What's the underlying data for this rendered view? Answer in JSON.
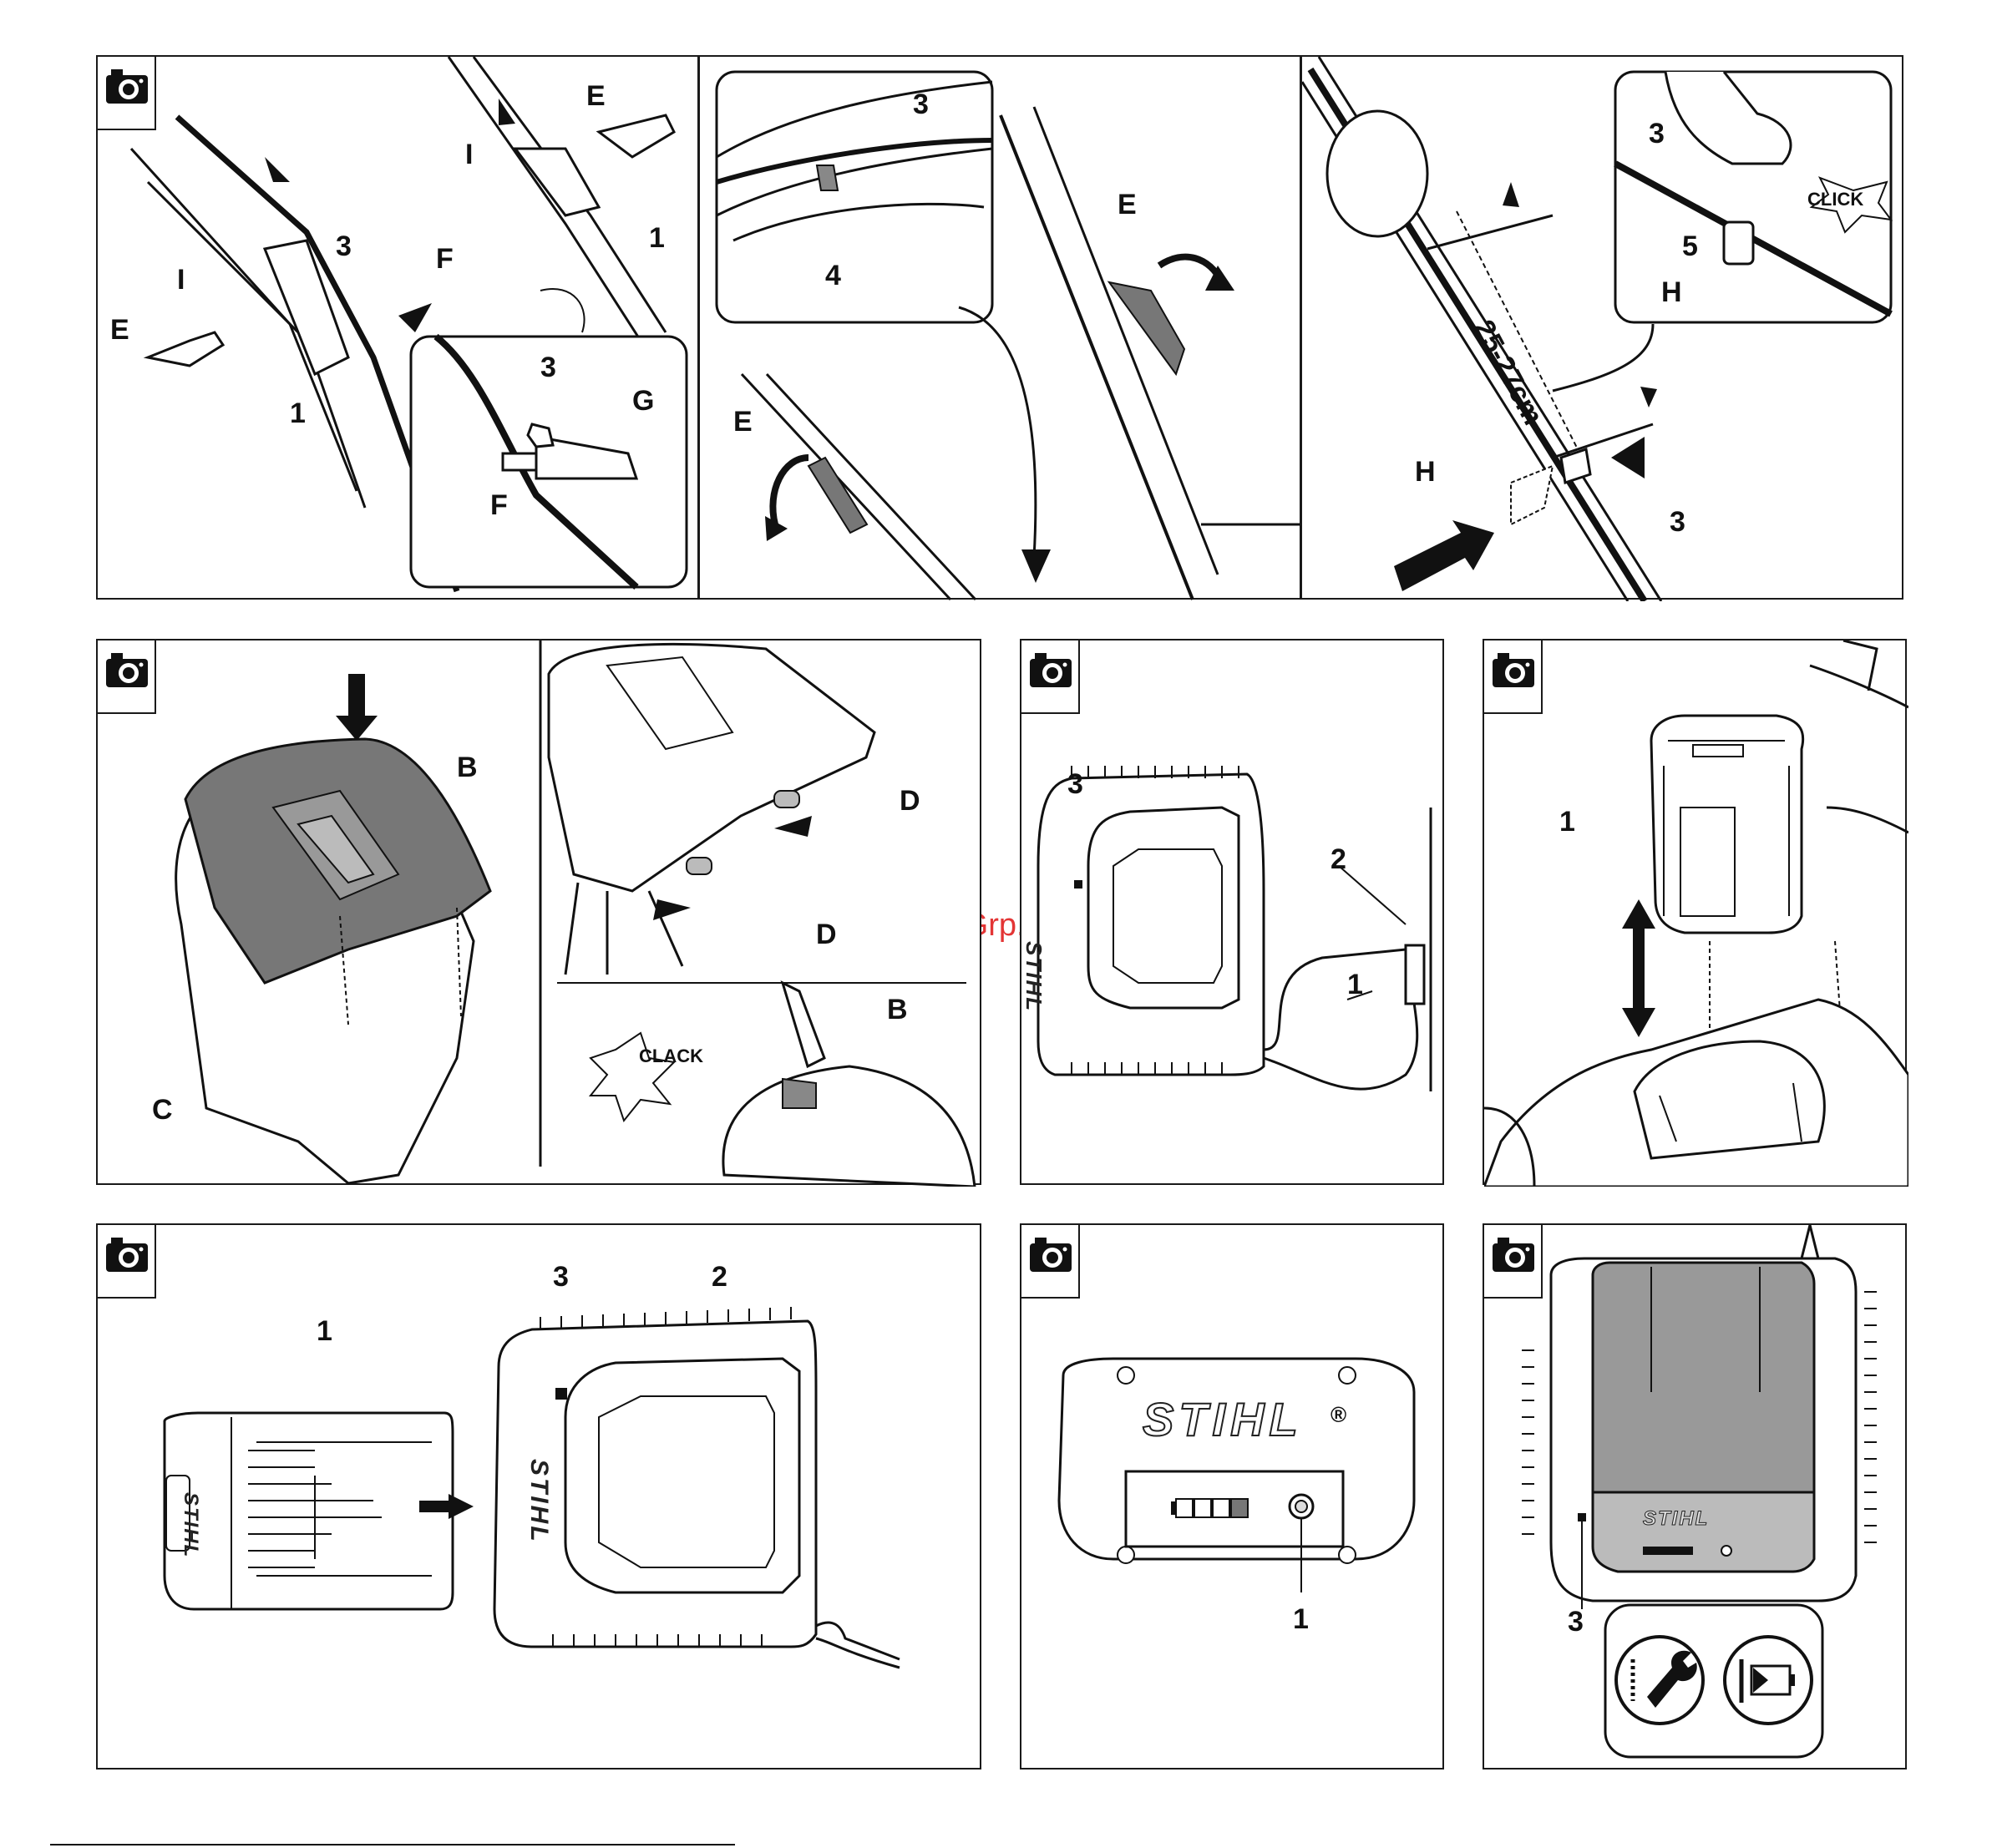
{
  "watermark": "McGrp.Ru",
  "panels": {
    "p1": {
      "labels": {
        "E1": "E",
        "I1": "I",
        "I2": "I",
        "three1": "3",
        "one1": "1",
        "F1": "F",
        "E2": "E",
        "one2": "1",
        "three2": "3",
        "G": "G",
        "F2": "F"
      }
    },
    "p2": {
      "labels": {
        "three": "3",
        "four": "4",
        "E1": "E",
        "E2": "E"
      }
    },
    "p3": {
      "labels": {
        "three1": "3",
        "click": "CLICK",
        "five": "5",
        "H1": "H",
        "dim": "25-27cm",
        "H2": "H",
        "three2": "3"
      }
    },
    "p4": {
      "labels": {
        "B1": "B",
        "C": "C",
        "D1": "D",
        "D2": "D",
        "clack": "CLACK",
        "B2": "B"
      }
    },
    "p5": {
      "labels": {
        "three": "3",
        "two": "2",
        "one": "1",
        "brand": "STIHL"
      }
    },
    "p6": {
      "labels": {
        "one": "1"
      }
    },
    "p7": {
      "labels": {
        "three": "3",
        "two": "2",
        "one": "1",
        "brand1": "STIHL",
        "brand2": "STIHL"
      }
    },
    "p8": {
      "labels": {
        "brand": "STIHL",
        "reg": "®",
        "one": "1"
      }
    },
    "p9": {
      "labels": {
        "brand": "STIHL",
        "three": "3"
      }
    }
  }
}
